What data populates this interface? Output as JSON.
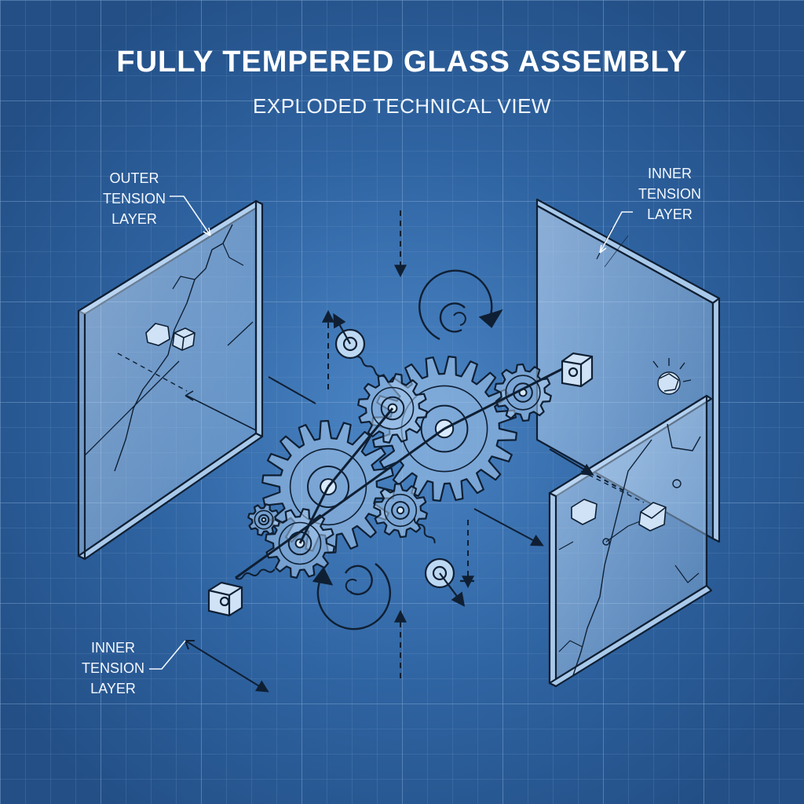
{
  "title": "FULLY TEMPERED GLASS ASSEMBLY",
  "subtitle": "EXPLODED TECHNICAL VIEW",
  "callouts": {
    "outer_top_left": [
      "OUTER",
      "TENSION",
      "LAYER"
    ],
    "inner_top_right": [
      "INNER",
      "TENSION",
      "LAYER"
    ],
    "inner_bottom_left": [
      "INNER",
      "TENSION",
      "LAYER"
    ]
  },
  "colors": {
    "background": "#2a5a94",
    "grid_line": "#6f98c8",
    "linework": "#0f1f33",
    "glass_fill": "#bcd8f2",
    "text": "#ffffff"
  },
  "icons": {
    "rotation": "rotate-arrow-icon",
    "gear": "gear-icon",
    "spring": "spring-icon",
    "fragment": "glass-fragment-icon"
  }
}
